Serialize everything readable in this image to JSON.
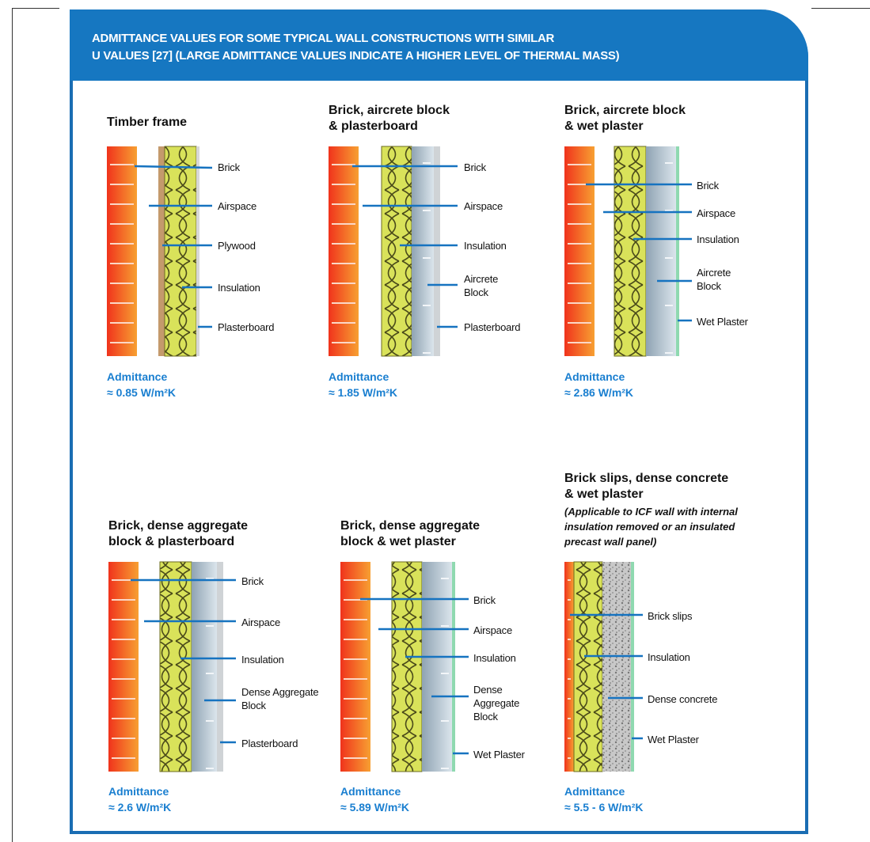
{
  "banner": {
    "line1": "ADMITTANCE VALUES FOR SOME TYPICAL WALL CONSTRUCTIONS WITH SIMILAR",
    "line2": "U VALUES [27] (LARGE ADMITTANCE VALUES INDICATE A HIGHER LEVEL OF THERMAL MASS)"
  },
  "colors": {
    "banner_blue": "#1677c1",
    "admittance_blue": "#1a7fd0",
    "brick_red": "#e8412a",
    "insulation_yellow": "#d8e05a",
    "block_grey": "#b7c9d6",
    "plasterboard_grey": "#cfd3d6",
    "plywood_tan": "#c49a6c",
    "wet_plaster_green": "#a8dfc0"
  },
  "walls": [
    {
      "title": [
        "Timber frame"
      ],
      "labels": [
        "Brick",
        "Airspace",
        "Plywood",
        "Insulation",
        "Plasterboard"
      ],
      "admittance_label": "Admittance",
      "admittance_value": "≈ 0.85 W/m²K"
    },
    {
      "title": [
        "Brick, aircrete block",
        "& plasterboard"
      ],
      "labels": [
        "Brick",
        "Airspace",
        "Insulation",
        "Aircrete Block",
        "Plasterboard"
      ],
      "admittance_label": "Admittance",
      "admittance_value": "≈ 1.85 W/m²K"
    },
    {
      "title": [
        "Brick, aircrete block",
        "& wet plaster"
      ],
      "labels": [
        "Brick",
        "Airspace",
        "Insulation",
        "Aircrete Block",
        "Wet Plaster"
      ],
      "admittance_label": "Admittance",
      "admittance_value": "≈ 2.86 W/m²K"
    },
    {
      "title": [
        "Brick, dense aggregate",
        "block & plasterboard"
      ],
      "labels": [
        "Brick",
        "Airspace",
        "Insulation",
        "Dense Aggregate Block",
        "Plasterboard"
      ],
      "admittance_label": "Admittance",
      "admittance_value": "≈ 2.6 W/m²K"
    },
    {
      "title": [
        "Brick, dense aggregate",
        "block & wet plaster"
      ],
      "labels": [
        "Brick",
        "Airspace",
        "Insulation",
        "Dense Aggregate Block",
        "Wet Plaster"
      ],
      "admittance_label": "Admittance",
      "admittance_value": "≈ 5.89 W/m²K"
    },
    {
      "title": [
        "Brick slips, dense concrete",
        "& wet plaster"
      ],
      "note": [
        "(Applicable to ICF wall with internal",
        "insulation removed or an insulated",
        "precast wall panel)"
      ],
      "labels": [
        "Brick slips",
        "Insulation",
        "Dense concrete",
        "Wet Plaster"
      ],
      "admittance_label": "Admittance",
      "admittance_value": "≈ 5.5 - 6 W/m²K"
    }
  ]
}
